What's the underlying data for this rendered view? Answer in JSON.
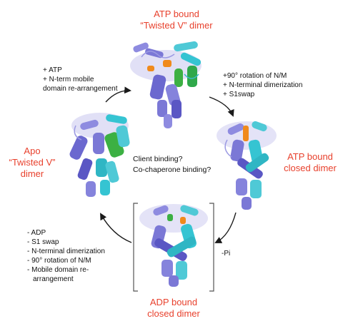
{
  "states": {
    "atp_twisted": {
      "line1": "ATP bound",
      "line2": "“Twisted V” dimer"
    },
    "atp_closed": {
      "line1": "ATP bound",
      "line2": "closed dimer"
    },
    "adp_closed": {
      "line1": "ADP bound",
      "line2": "closed dimer"
    },
    "apo_twisted": {
      "line1": "Apo",
      "line2": "“Twisted V”",
      "line3": "dimer"
    }
  },
  "transitions": {
    "apo_to_atp": [
      "+ ATP",
      "+ N-term mobile",
      "domain re-arrangement"
    ],
    "atp_to_closed": [
      "+90° rotation of N/M",
      "+ N-terminal dimerization",
      "+ S1swap"
    ],
    "closed_to_adp": [
      "-Pi"
    ],
    "adp_to_apo": [
      "- ADP",
      "- S1 swap",
      "- N-terminal dimerization",
      "- 90° rotation of N/M",
      "- Mobile domain re-",
      "arrangement"
    ]
  },
  "center_questions": [
    "Client binding?",
    "Co-chaperone binding?"
  ],
  "colors": {
    "title_red": "#e8412d",
    "protomer_a": "#7b78d6",
    "protomer_b": "#35c4d2",
    "nucleotide_orange": "#f08a1c",
    "lid_green": "#3cb043",
    "arrow": "#1a1a1a"
  }
}
